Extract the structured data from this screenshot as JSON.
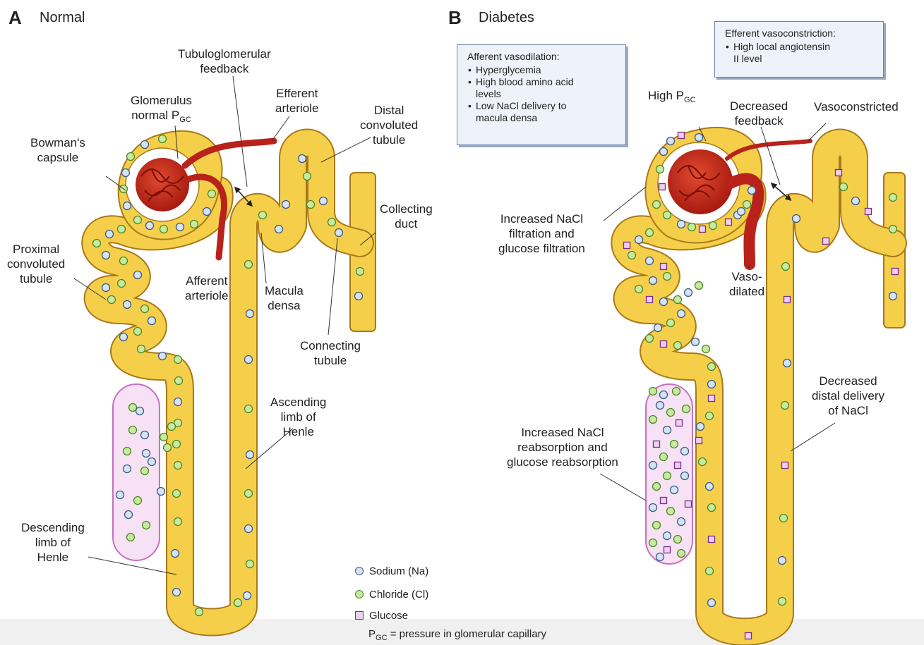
{
  "panel_a": {
    "letter": "A",
    "title": "Normal",
    "labels": {
      "tubuloglomerular_1": "Tubuloglomerular",
      "tubuloglomerular_2": "feedback",
      "glomerulus_1": "Glomerulus",
      "glomerulus_2": "normal P",
      "glomerulus_sub": "GC",
      "efferent_1": "Efferent",
      "efferent_2": "arteriole",
      "distal_1": "Distal",
      "distal_2": "convoluted",
      "distal_3": "tubule",
      "bowman_1": "Bowman's",
      "bowman_2": "capsule",
      "collecting_1": "Collecting",
      "collecting_2": "duct",
      "proximal_1": "Proximal",
      "proximal_2": "convoluted",
      "proximal_3": "tubule",
      "afferent_1": "Afferent",
      "afferent_2": "arteriole",
      "macula_1": "Macula",
      "macula_2": "densa",
      "connecting_1": "Connecting",
      "connecting_2": "tubule",
      "ascending_1": "Ascending",
      "ascending_2": "limb of",
      "ascending_3": "Henle",
      "descending_1": "Descending",
      "descending_2": "limb of",
      "descending_3": "Henle"
    }
  },
  "panel_b": {
    "letter": "B",
    "title": "Diabetes",
    "afferent_box": {
      "title": "Afferent vasodilation:",
      "items": [
        "Hyperglycemia",
        "High blood amino acid",
        "levels",
        "Low NaCl delivery to",
        "macula densa"
      ]
    },
    "efferent_box": {
      "title": "Efferent vasoconstriction:",
      "items": [
        "High local angiotensin",
        "II level"
      ]
    },
    "labels": {
      "high_pgc": "High P",
      "high_pgc_sub": "GC",
      "decreased_feedback_1": "Decreased",
      "decreased_feedback_2": "feedback",
      "vasoconstricted": "Vasoconstricted",
      "inc_filtration_1": "Increased NaCl",
      "inc_filtration_2": "filtration and",
      "inc_filtration_3": "glucose filtration",
      "vasodilated_1": "Vaso-",
      "vasodilated_2": "dilated",
      "inc_reabsorption_1": "Increased NaCl",
      "inc_reabsorption_2": "reabsorption and",
      "inc_reabsorption_3": "glucose reabsorption",
      "dec_distal_1": "Decreased",
      "dec_distal_2": "distal delivery",
      "dec_distal_3": "of NaCl"
    }
  },
  "legend": {
    "sodium": "Sodium (Na)",
    "chloride": "Chloride (Cl)",
    "glucose": "Glucose",
    "pgc_prefix": "P",
    "pgc_sub": "GC",
    "pgc_text": "= pressure in glomerular capillary"
  },
  "colors": {
    "tubule_fill": "#f5cf4a",
    "tubule_stroke": "#a9791a",
    "vessel": "#c0251a",
    "sodium_fill": "#d6e3f2",
    "chloride_fill": "#c8eaa0",
    "glucose_fill": "#ead1ee",
    "capillary_fill": "#f7e1f4"
  }
}
